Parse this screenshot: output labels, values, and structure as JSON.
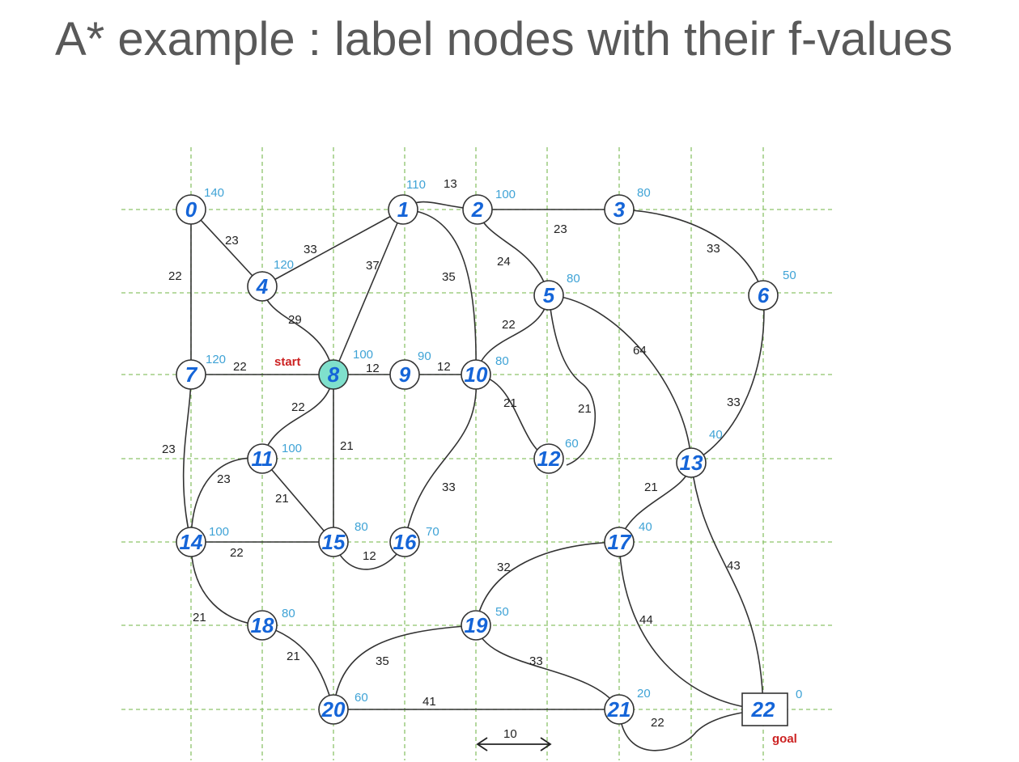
{
  "title": "A* example : label nodes with their f-values",
  "start_label": "start",
  "goal_label": "goal",
  "scale_label": "10",
  "nodes": [
    {
      "id": 0,
      "label": "0",
      "h": "140"
    },
    {
      "id": 1,
      "label": "1",
      "h": "110"
    },
    {
      "id": 2,
      "label": "2",
      "h": "100"
    },
    {
      "id": 3,
      "label": "3",
      "h": "80"
    },
    {
      "id": 4,
      "label": "4",
      "h": "120"
    },
    {
      "id": 5,
      "label": "5",
      "h": "80"
    },
    {
      "id": 6,
      "label": "6",
      "h": "50"
    },
    {
      "id": 7,
      "label": "7",
      "h": "120"
    },
    {
      "id": 8,
      "label": "8",
      "h": "100"
    },
    {
      "id": 9,
      "label": "9",
      "h": "90"
    },
    {
      "id": 10,
      "label": "10",
      "h": "80"
    },
    {
      "id": 11,
      "label": "11",
      "h": "100"
    },
    {
      "id": 12,
      "label": "12",
      "h": "60"
    },
    {
      "id": 13,
      "label": "13",
      "h": "40"
    },
    {
      "id": 14,
      "label": "14",
      "h": "100"
    },
    {
      "id": 15,
      "label": "15",
      "h": "80"
    },
    {
      "id": 16,
      "label": "16",
      "h": "70"
    },
    {
      "id": 17,
      "label": "17",
      "h": "40"
    },
    {
      "id": 18,
      "label": "18",
      "h": "80"
    },
    {
      "id": 19,
      "label": "19",
      "h": "50"
    },
    {
      "id": 20,
      "label": "20",
      "h": "60"
    },
    {
      "id": 21,
      "label": "21",
      "h": "20"
    },
    {
      "id": 22,
      "label": "22",
      "h": "0"
    }
  ],
  "edges": [
    {
      "from": 0,
      "to": 4,
      "w": "23"
    },
    {
      "from": 0,
      "to": 7,
      "w": "22"
    },
    {
      "from": 4,
      "to": 1,
      "w": "33"
    },
    {
      "from": 4,
      "to": 8,
      "w": "29"
    },
    {
      "from": 1,
      "to": 2,
      "w": "13"
    },
    {
      "from": 1,
      "to": 8,
      "w": "37"
    },
    {
      "from": 1,
      "to": 10,
      "w": "35"
    },
    {
      "from": 2,
      "to": 3,
      "w": "23"
    },
    {
      "from": 2,
      "to": 5,
      "w": "24"
    },
    {
      "from": 3,
      "to": 6,
      "w": "33"
    },
    {
      "from": 5,
      "to": 10,
      "w": "22"
    },
    {
      "from": 5,
      "to": 12,
      "w": "21"
    },
    {
      "from": 5,
      "to": 13,
      "w": "64"
    },
    {
      "from": 6,
      "to": 13,
      "w": "33"
    },
    {
      "from": 7,
      "to": 8,
      "w": "22"
    },
    {
      "from": 7,
      "to": 14,
      "w": "23"
    },
    {
      "from": 8,
      "to": 9,
      "w": "12"
    },
    {
      "from": 8,
      "to": 11,
      "w": "22"
    },
    {
      "from": 8,
      "to": 15,
      "w": "21"
    },
    {
      "from": 9,
      "to": 10,
      "w": "12"
    },
    {
      "from": 10,
      "to": 12,
      "w": "21"
    },
    {
      "from": 10,
      "to": 16,
      "w": "33"
    },
    {
      "from": 11,
      "to": 14,
      "w": "23"
    },
    {
      "from": 11,
      "to": 15,
      "w": "21"
    },
    {
      "from": 13,
      "to": 17,
      "w": "21"
    },
    {
      "from": 13,
      "to": 22,
      "w": "43"
    },
    {
      "from": 14,
      "to": 15,
      "w": "22"
    },
    {
      "from": 14,
      "to": 18,
      "w": "21"
    },
    {
      "from": 15,
      "to": 16,
      "w": "12"
    },
    {
      "from": 17,
      "to": 19,
      "w": "32"
    },
    {
      "from": 17,
      "to": 22,
      "w": "44"
    },
    {
      "from": 18,
      "to": 20,
      "w": "21"
    },
    {
      "from": 19,
      "to": 20,
      "w": "35"
    },
    {
      "from": 19,
      "to": 21,
      "w": "33"
    },
    {
      "from": 20,
      "to": 21,
      "w": "41"
    },
    {
      "from": 21,
      "to": 22,
      "w": "22"
    }
  ]
}
